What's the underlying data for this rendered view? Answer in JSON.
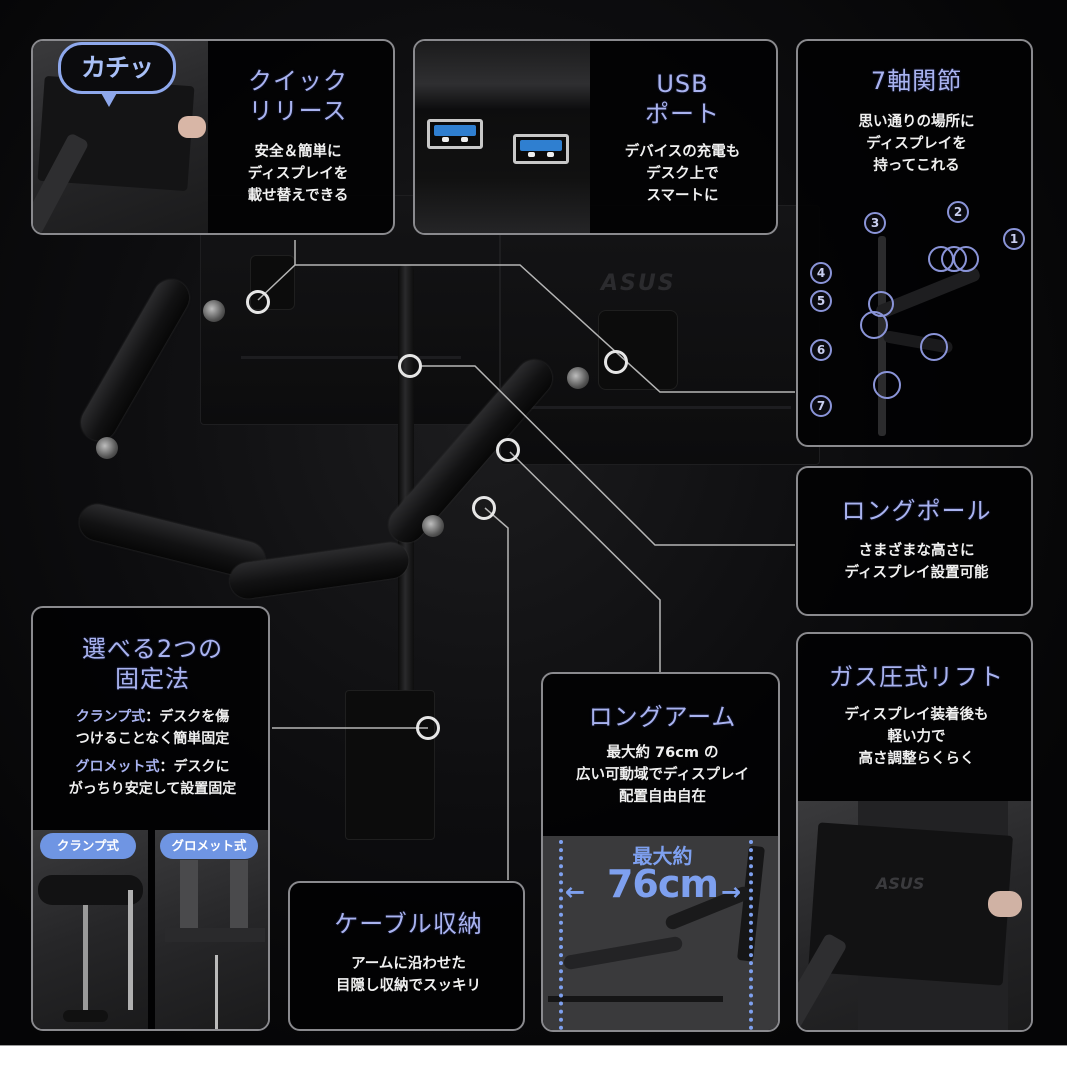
{
  "panels": {
    "quick_release": {
      "title_line1": "クイック",
      "title_line2": "リリース",
      "body": [
        "安全＆簡単に",
        "ディスプレイを",
        "載せ替えできる"
      ],
      "speech_bubble": "カチッ"
    },
    "usb_port": {
      "title_line1": "USB",
      "title_line2": "ポート",
      "body": [
        "デバイスの充電も",
        "デスク上で",
        "スマートに"
      ],
      "port_count": 2,
      "port_color": "#2f7fd0"
    },
    "seven_axis": {
      "title": "7軸関節",
      "body": [
        "思い通りの場所に",
        "ディスプレイを",
        "持ってこれる"
      ],
      "axis_labels": [
        "1",
        "2",
        "3",
        "4",
        "5",
        "6",
        "7"
      ]
    },
    "long_pole": {
      "title": "ロングポール",
      "body": [
        "さまざまな高さに",
        "ディスプレイ設置可能"
      ]
    },
    "mounting": {
      "title_line1": "選べる2つの",
      "title_line2": "固定法",
      "clamp_label": "クランプ式",
      "clamp_desc_1": "：デスクを傷",
      "clamp_desc_2": "つけることなく簡単固定",
      "grommet_label": "グロメット式",
      "grommet_desc_1": "：デスクに",
      "grommet_desc_2": "がっちり安定して設置固定",
      "tags": [
        "クランプ式",
        "グロメット式"
      ]
    },
    "long_arm": {
      "title": "ロングアーム",
      "body": [
        "最大約 76cm の",
        "広い可動域でディスプレイ",
        "配置自由自在"
      ],
      "measure_prefix": "最大約",
      "measure_value": "76cm"
    },
    "cable": {
      "title": "ケーブル収納",
      "body": [
        "アームに沿わせた",
        "目隠し収納でスッキリ"
      ]
    },
    "gas_lift": {
      "title": "ガス圧式リフト",
      "body": [
        "ディスプレイ装着後も",
        "軽い力で",
        "高さ調整らくらく"
      ]
    }
  },
  "product": {
    "monitor_brand": "ASUS"
  },
  "colors": {
    "accent_title": "#a9b3f0",
    "tag_blue": "#6f95e3",
    "measure_blue": "#7ea0ef",
    "panel_border": "#8a8a8e",
    "background": "#0d0d0f"
  }
}
